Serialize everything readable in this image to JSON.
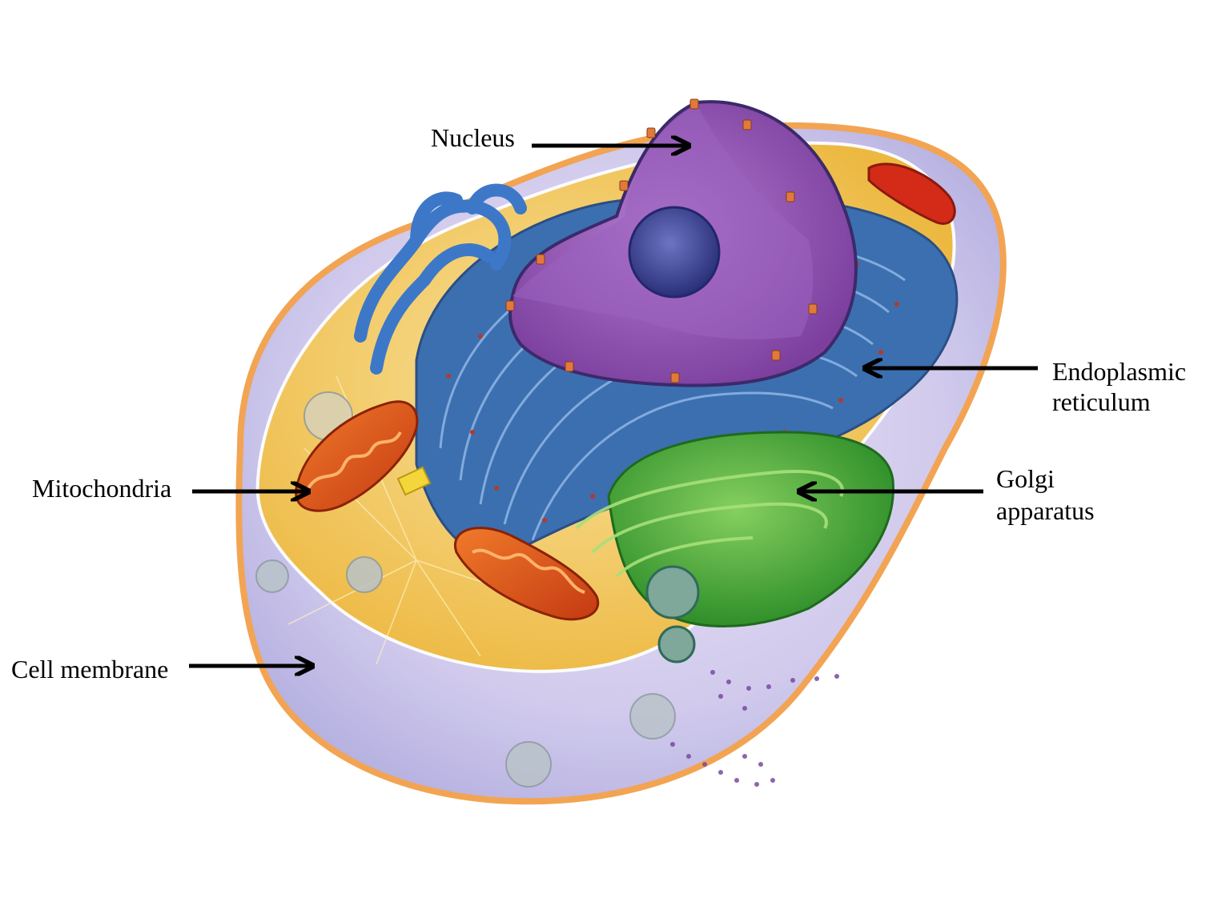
{
  "labels": {
    "nucleus": "Nucleus",
    "er_line1": "Endoplasmic",
    "er_line2": "reticulum",
    "golgi_line1": "Golgi",
    "golgi_line2": "apparatus",
    "mitochondria": "Mitochondria",
    "cell_membrane": "Cell membrane"
  },
  "colors": {
    "cytoplasm": "#f3c24a",
    "membrane": "#c9c3e8",
    "nucleus": "#8a4fb0",
    "nucleolus": "#3a3f8f",
    "er": "#3c6fb0",
    "smooth_er": "#3d78c8",
    "golgi": "#4aa83a",
    "mitochondria": "#e0501f",
    "arrow": "#000000"
  },
  "icons": [
    "arrow-icon"
  ]
}
